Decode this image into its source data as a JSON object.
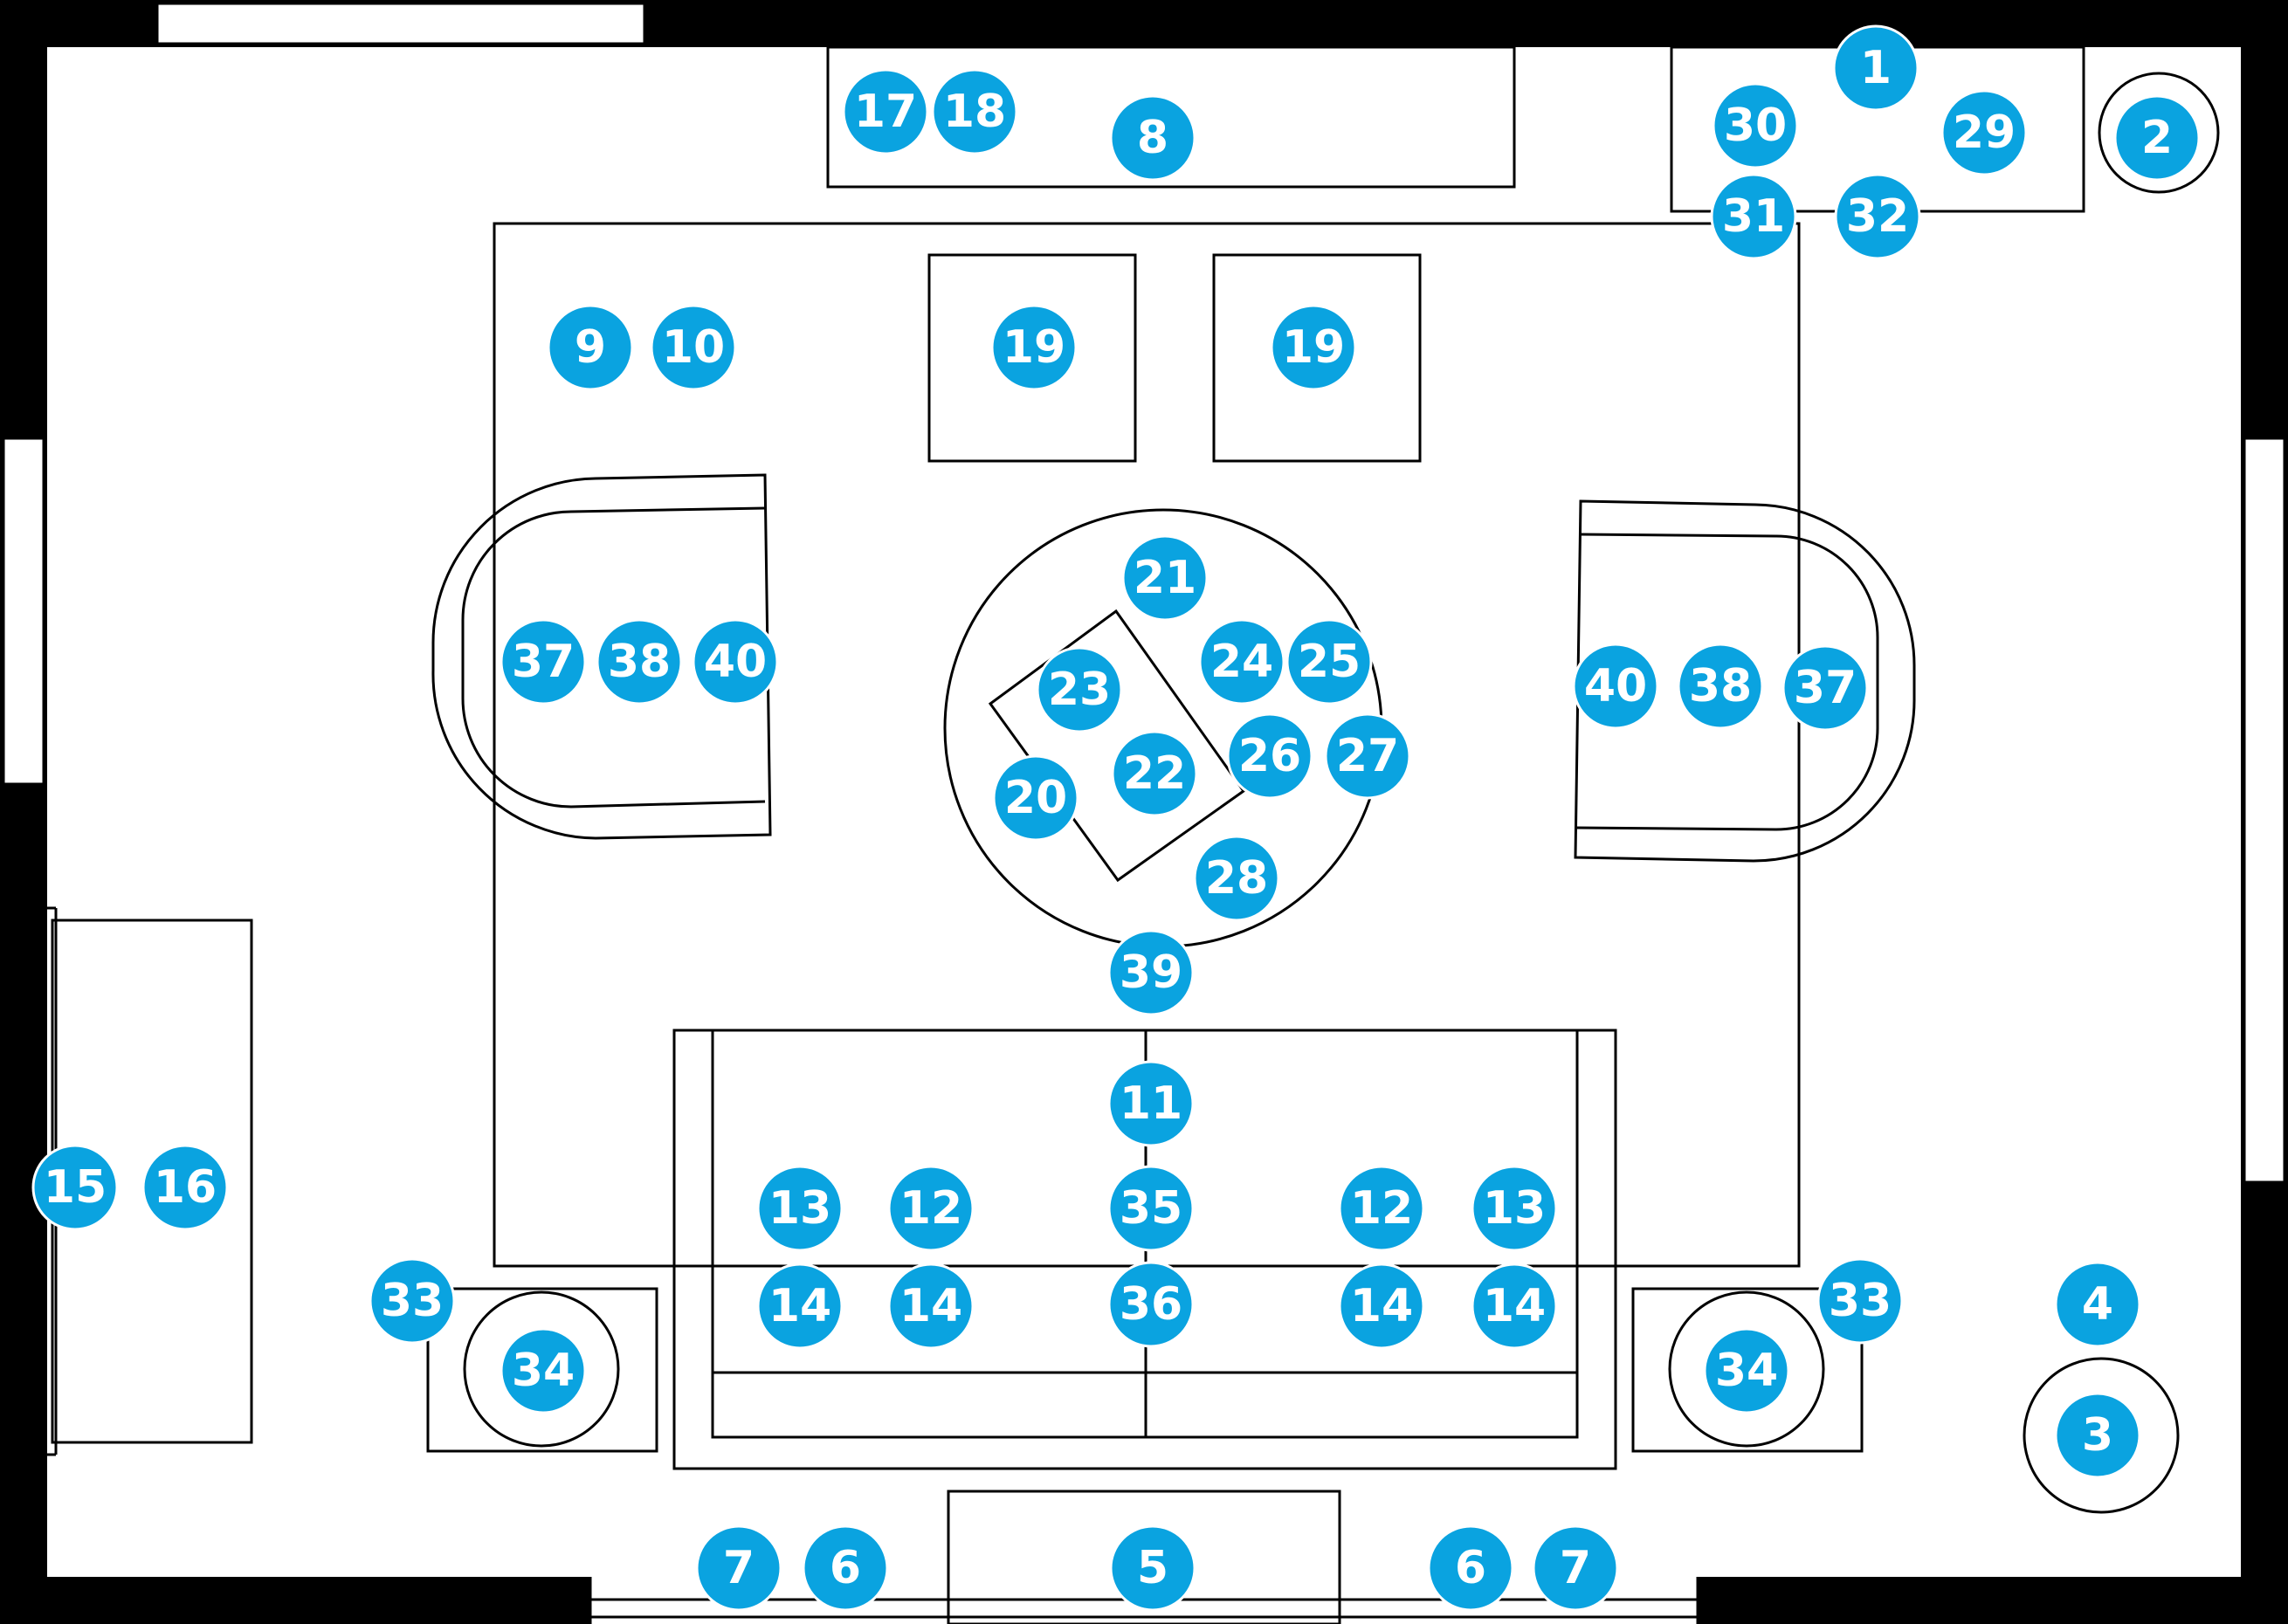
{
  "colors": {
    "wall": "#000000",
    "floor": "#ffffff",
    "furniture_outline": "#000000",
    "marker_fill": "#0aa3e0",
    "marker_text": "#ffffff"
  },
  "markers": [
    {
      "id": "m1",
      "label": "1"
    },
    {
      "id": "m2",
      "label": "2"
    },
    {
      "id": "m3",
      "label": "3"
    },
    {
      "id": "m4",
      "label": "4"
    },
    {
      "id": "m5",
      "label": "5"
    },
    {
      "id": "m6a",
      "label": "6"
    },
    {
      "id": "m6b",
      "label": "6"
    },
    {
      "id": "m7a",
      "label": "7"
    },
    {
      "id": "m7b",
      "label": "7"
    },
    {
      "id": "m8",
      "label": "8"
    },
    {
      "id": "m9",
      "label": "9"
    },
    {
      "id": "m10",
      "label": "10"
    },
    {
      "id": "m11",
      "label": "11"
    },
    {
      "id": "m12a",
      "label": "12"
    },
    {
      "id": "m12b",
      "label": "12"
    },
    {
      "id": "m13a",
      "label": "13"
    },
    {
      "id": "m13b",
      "label": "13"
    },
    {
      "id": "m14a",
      "label": "14"
    },
    {
      "id": "m14b",
      "label": "14"
    },
    {
      "id": "m14c",
      "label": "14"
    },
    {
      "id": "m14d",
      "label": "14"
    },
    {
      "id": "m15",
      "label": "15"
    },
    {
      "id": "m16",
      "label": "16"
    },
    {
      "id": "m17",
      "label": "17"
    },
    {
      "id": "m18",
      "label": "18"
    },
    {
      "id": "m19a",
      "label": "19"
    },
    {
      "id": "m19b",
      "label": "19"
    },
    {
      "id": "m20",
      "label": "20"
    },
    {
      "id": "m21",
      "label": "21"
    },
    {
      "id": "m22",
      "label": "22"
    },
    {
      "id": "m23",
      "label": "23"
    },
    {
      "id": "m24",
      "label": "24"
    },
    {
      "id": "m25",
      "label": "25"
    },
    {
      "id": "m26",
      "label": "26"
    },
    {
      "id": "m27",
      "label": "27"
    },
    {
      "id": "m28",
      "label": "28"
    },
    {
      "id": "m29",
      "label": "29"
    },
    {
      "id": "m30",
      "label": "30"
    },
    {
      "id": "m31",
      "label": "31"
    },
    {
      "id": "m32",
      "label": "32"
    },
    {
      "id": "m33a",
      "label": "33"
    },
    {
      "id": "m33b",
      "label": "33"
    },
    {
      "id": "m34a",
      "label": "34"
    },
    {
      "id": "m34b",
      "label": "34"
    },
    {
      "id": "m35",
      "label": "35"
    },
    {
      "id": "m36",
      "label": "36"
    },
    {
      "id": "m37a",
      "label": "37"
    },
    {
      "id": "m37b",
      "label": "37"
    },
    {
      "id": "m38a",
      "label": "38"
    },
    {
      "id": "m38b",
      "label": "38"
    },
    {
      "id": "m39",
      "label": "39"
    },
    {
      "id": "m40a",
      "label": "40"
    },
    {
      "id": "m40b",
      "label": "40"
    }
  ]
}
